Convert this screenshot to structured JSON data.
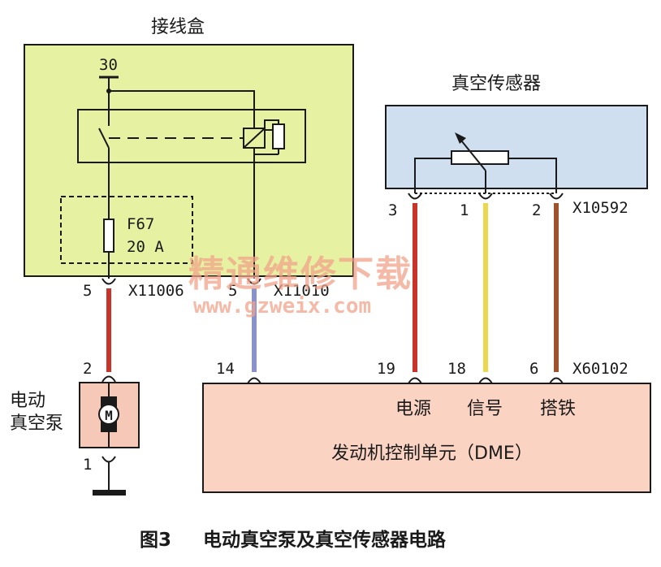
{
  "junction_box": {
    "title": "接线盒",
    "terminal": "30",
    "fuse_name": "F67",
    "fuse_rating": "20 A"
  },
  "vacuum_sensor": {
    "title": "真空传感器",
    "connector": "X10592",
    "pin_power": "3",
    "pin_signal": "1",
    "pin_ground": "2"
  },
  "connectors": {
    "x11006": {
      "pin": "5",
      "name": "X11006"
    },
    "x11010": {
      "pin": "5",
      "name": "X11010"
    },
    "x60102": {
      "name": "X60102",
      "pin_pump": "14",
      "pin_power": "19",
      "pin_signal": "18",
      "pin_ground": "6"
    }
  },
  "pump": {
    "label_line1": "电动",
    "label_line2": "真空泵",
    "motor_symbol": "M",
    "pin_top": "2",
    "pin_bottom": "1"
  },
  "dme": {
    "power_label": "电源",
    "signal_label": "信号",
    "ground_label": "搭铁",
    "title": "发动机控制单元（DME）"
  },
  "watermark": {
    "line1": "精通维修下载",
    "line2": "www.gzweix.com"
  },
  "caption": {
    "fig_no": "图3",
    "text": "电动真空泵及真空传感器电路"
  },
  "colors": {
    "junction_box_fill": "#e6f2a2",
    "sensor_fill": "#cfdff0",
    "dme_fill": "#fbd3c3",
    "pump_fill": "#f6c8b8",
    "wire_red": "#c8332a",
    "wire_yellow": "#ecd84a",
    "wire_brown": "#a0522d",
    "wire_blue": "#8a93c9"
  }
}
